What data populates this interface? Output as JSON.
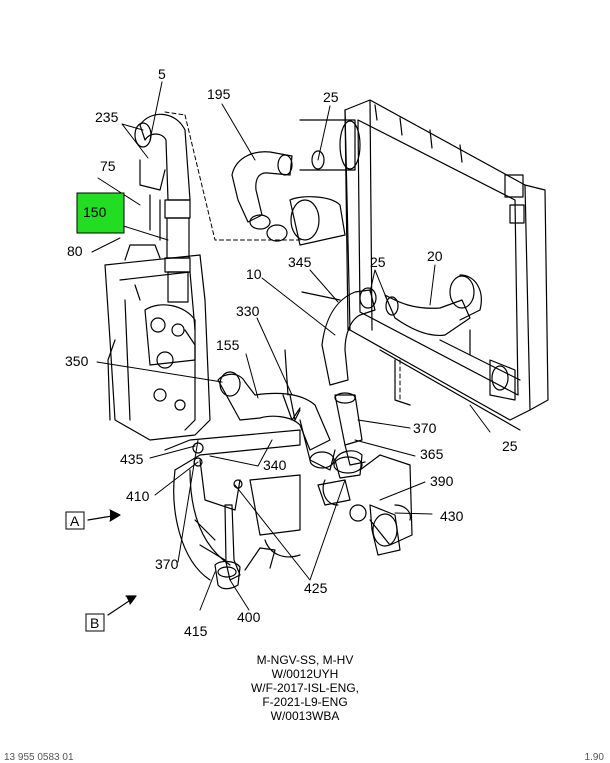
{
  "callouts": {
    "c5": "5",
    "c235": "235",
    "c75": "75",
    "c150": "150",
    "c80": "80",
    "c195": "195",
    "c25a": "25",
    "c10": "10",
    "c345": "345",
    "c25b": "25",
    "c20": "20",
    "c330": "330",
    "c155": "155",
    "c350": "350",
    "c370a": "370",
    "c25c": "25",
    "c365": "365",
    "c435": "435",
    "c340": "340",
    "c410": "410",
    "c390": "390",
    "c430": "430",
    "c370b": "370",
    "c425": "425",
    "c415": "415",
    "c400": "400"
  },
  "views": {
    "a": "A",
    "b": "B"
  },
  "notes": [
    "M-NGV-SS, M-HV",
    "W/0012UYH",
    "W/F-2017-ISL-ENG,",
    "F-2021-L9-ENG",
    "W/0013WBA"
  ],
  "footer": {
    "left": "13 955 0583 01",
    "right": "1.90"
  },
  "colors": {
    "highlight": "#22dd22",
    "ink": "#000000"
  }
}
